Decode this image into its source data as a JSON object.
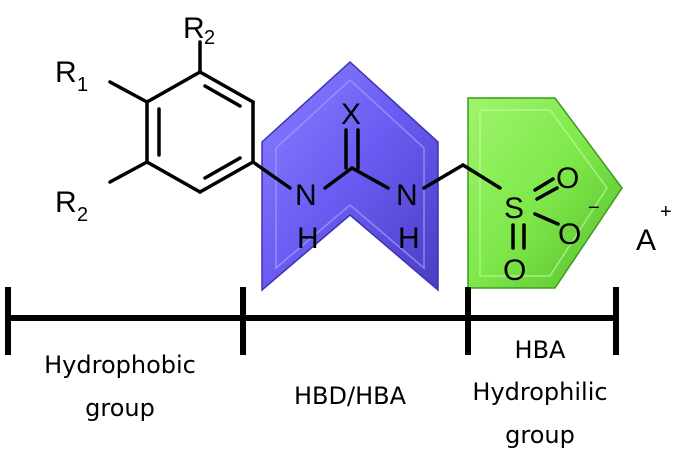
{
  "atoms": {
    "R1": "R",
    "R1_sub": "1",
    "R2_top": "R",
    "R2_top_sub": "2",
    "R2_bottom": "R",
    "R2_bottom_sub": "2",
    "X": "X",
    "N_left": "N",
    "H_left": "H",
    "N_right": "N",
    "H_right": "H",
    "S": "S",
    "O_top": "O",
    "O_right": "O",
    "O_bottom": "O",
    "O_charge": "−",
    "A": "A",
    "A_charge": "+"
  },
  "regions": {
    "hydrophobic_line1": "Hydrophobic",
    "hydrophobic_line2": "group",
    "hbd_hba": "HBD/HBA",
    "hba_line1": "HBA",
    "hba_line2": "Hydrophilic",
    "hba_line3": "group"
  },
  "colors": {
    "hbd_block": "#6a5cf2",
    "hbd_block_dark": "#4b3fc9",
    "hba_block": "#7ee84a",
    "hba_block_dark": "#58bf2c",
    "ink": "#000000"
  }
}
